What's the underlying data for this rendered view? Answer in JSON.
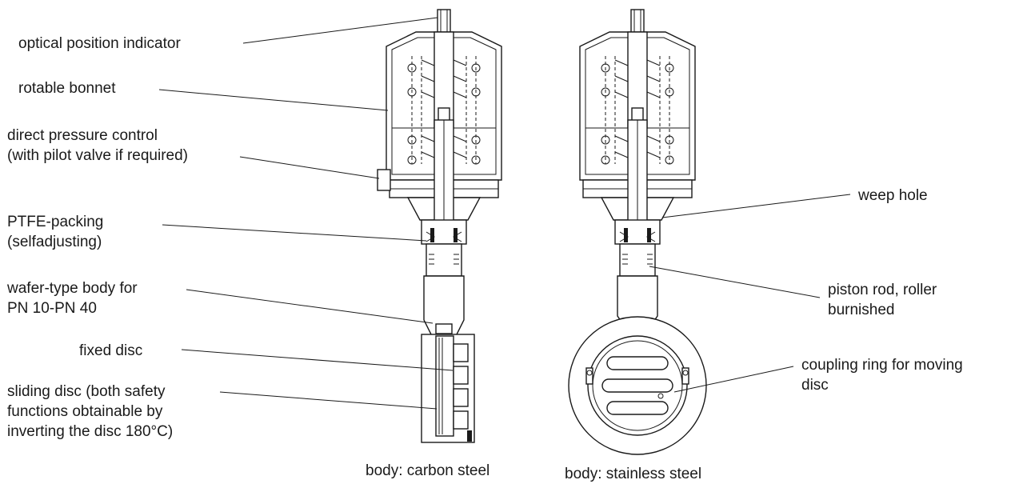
{
  "labels": {
    "optical_position_indicator": "optical position indicator",
    "rotable_bonnet": "rotable bonnet",
    "direct_pressure_control": "direct pressure control\n(with pilot valve if required)",
    "ptfe_packing": "PTFE-packing\n(selfadjusting)",
    "wafer_type_body": "wafer-type body for\nPN 10-PN 40",
    "fixed_disc": "fixed disc",
    "sliding_disc": "sliding disc (both safety\nfunctions obtainable by\ninverting the disc 180°C)",
    "weep_hole": "weep hole",
    "piston_rod": "piston rod, roller\nburnished",
    "coupling_ring": "coupling ring for moving\ndisc"
  },
  "captions": {
    "left_valve": "body: carbon steel",
    "right_valve": "body: stainless steel"
  },
  "colors": {
    "line": "#1a1a1a",
    "background": "#ffffff"
  }
}
